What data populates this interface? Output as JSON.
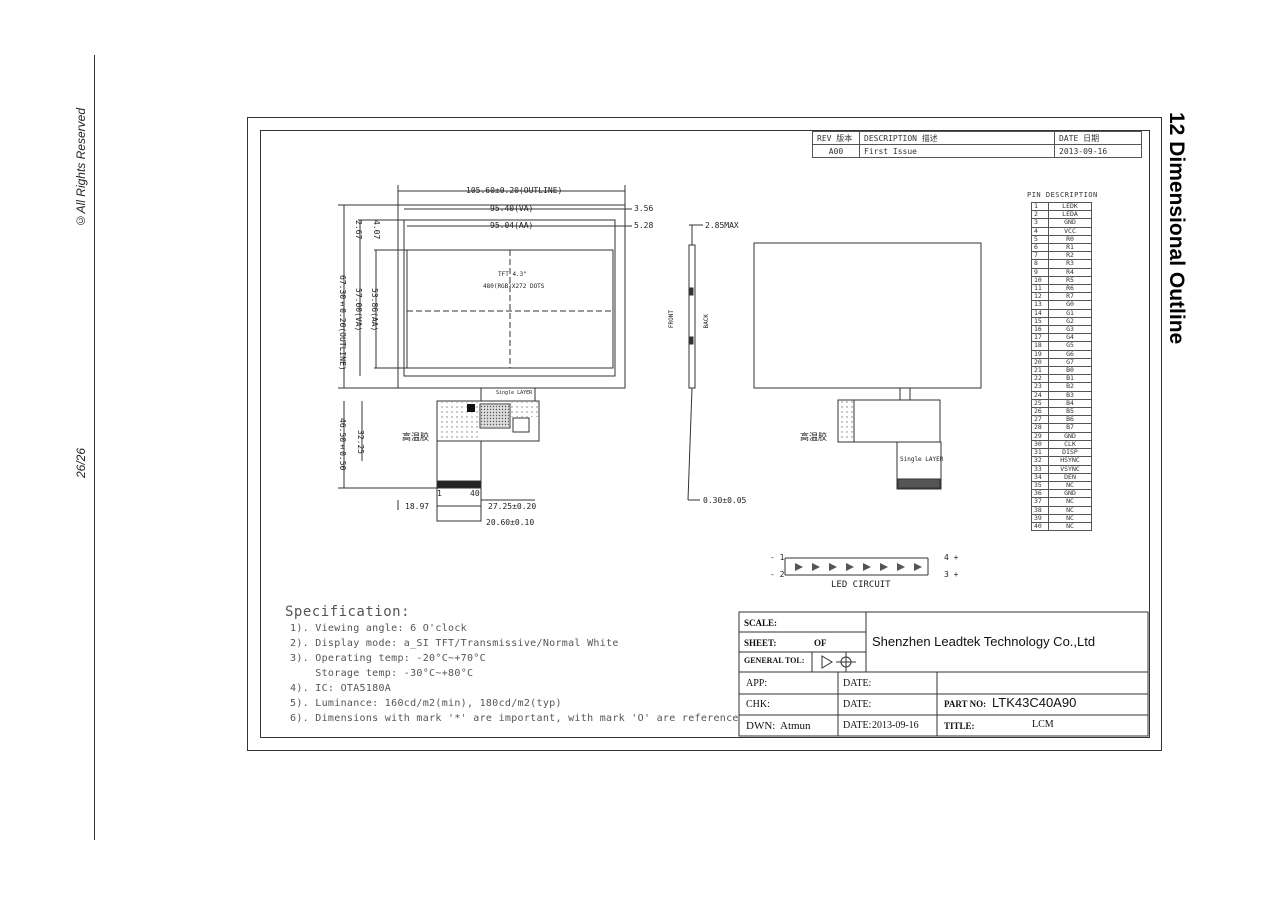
{
  "page": {
    "copyright": "©All Rights Reserved",
    "page_number": "26/26",
    "section_title": "12 Dimensional Outline"
  },
  "revision_table": {
    "headers": [
      "REV 版本",
      "DESCRIPTION 描述",
      "DATE 日期"
    ],
    "row": [
      "A00",
      "First Issue",
      "2013-09-16"
    ]
  },
  "front_view": {
    "outline_w": "105.60±0.20(OUTLINE)",
    "va_w": "95.40(VA)",
    "aa_w": "95.04(AA)",
    "dim_356": "3.56",
    "dim_528": "5.28",
    "outline_h": "67.30±0.20(OUTLINE)",
    "va_h": "57.00(VA)",
    "aa_h": "53.86(AA)",
    "dim_267": "2.67",
    "dim_407": "4.07",
    "center_text_1": "TFT 4.3\"",
    "center_text_2": "480(RGB)X272 DOTS",
    "fpc_h1": "46.50±0.50",
    "fpc_h2": "32.25",
    "hot_label": "高温胶",
    "single_layer_top": "Single LAYER",
    "pin_1": "1",
    "pin_40": "40",
    "dim_1897": "18.97",
    "dim_2725": "27.25±0.20",
    "dim_2060": "20.60±0.10"
  },
  "side_view": {
    "max": "2.85MAX",
    "front": "FRONT",
    "back": "BACK",
    "fpc_thk": "0.30±0.05"
  },
  "back_view": {
    "hot_label": "高温胶",
    "single_layer": "Single LAYER"
  },
  "led_circuit": {
    "label": "LED CIRCUIT",
    "left_top": "- 1",
    "left_bottom": "- 2",
    "right_top": "4 +",
    "right_bottom": "3 +"
  },
  "pin_description": {
    "title": "PIN DESCRIPTION",
    "pins": [
      [
        "1",
        "LEDK"
      ],
      [
        "2",
        "LEDA"
      ],
      [
        "3",
        "GND"
      ],
      [
        "4",
        "VCC"
      ],
      [
        "5",
        "R0"
      ],
      [
        "6",
        "R1"
      ],
      [
        "7",
        "R2"
      ],
      [
        "8",
        "R3"
      ],
      [
        "9",
        "R4"
      ],
      [
        "10",
        "R5"
      ],
      [
        "11",
        "R6"
      ],
      [
        "12",
        "R7"
      ],
      [
        "13",
        "G0"
      ],
      [
        "14",
        "G1"
      ],
      [
        "15",
        "G2"
      ],
      [
        "16",
        "G3"
      ],
      [
        "17",
        "G4"
      ],
      [
        "18",
        "G5"
      ],
      [
        "19",
        "G6"
      ],
      [
        "20",
        "G7"
      ],
      [
        "21",
        "B0"
      ],
      [
        "22",
        "B1"
      ],
      [
        "23",
        "B2"
      ],
      [
        "24",
        "B3"
      ],
      [
        "25",
        "B4"
      ],
      [
        "26",
        "B5"
      ],
      [
        "27",
        "B6"
      ],
      [
        "28",
        "B7"
      ],
      [
        "29",
        "GND"
      ],
      [
        "30",
        "CLK"
      ],
      [
        "31",
        "DISP"
      ],
      [
        "32",
        "HSYNC"
      ],
      [
        "33",
        "VSYNC"
      ],
      [
        "34",
        "DEN"
      ],
      [
        "35",
        "NC"
      ],
      [
        "36",
        "GND"
      ],
      [
        "37",
        "NC"
      ],
      [
        "38",
        "NC"
      ],
      [
        "39",
        "NC"
      ],
      [
        "40",
        "NC"
      ]
    ]
  },
  "specification": {
    "heading": "Specification:",
    "lines": [
      "1). Viewing angle: 6 O'clock",
      "2). Display mode: a_SI TFT/Transmissive/Normal White",
      "3). Operating temp: -20°C~+70°C",
      "    Storage temp: -30°C~+80°C",
      "4). IC: OTA5180A",
      "5). Luminance: 160cd/m2(min), 180cd/m2(typ)",
      "6). Dimensions with mark '*' are important, with mark 'O' are reference"
    ]
  },
  "title_block": {
    "scale": "SCALE:",
    "sheet": "SHEET:",
    "of": "OF",
    "general_tol": "GENERAL TOL:",
    "company": "Shenzhen Leadtek Technology Co.,Ltd",
    "app": "APP:",
    "chk": "CHK:",
    "dwn": "DWN:",
    "dwn_value": "Atmun",
    "date": "DATE:",
    "date_value": "2013-09-16",
    "part_no": "PART NO:",
    "part_no_value": "LTK43C40A90",
    "title": "TITLE:",
    "title_value": "LCM"
  }
}
